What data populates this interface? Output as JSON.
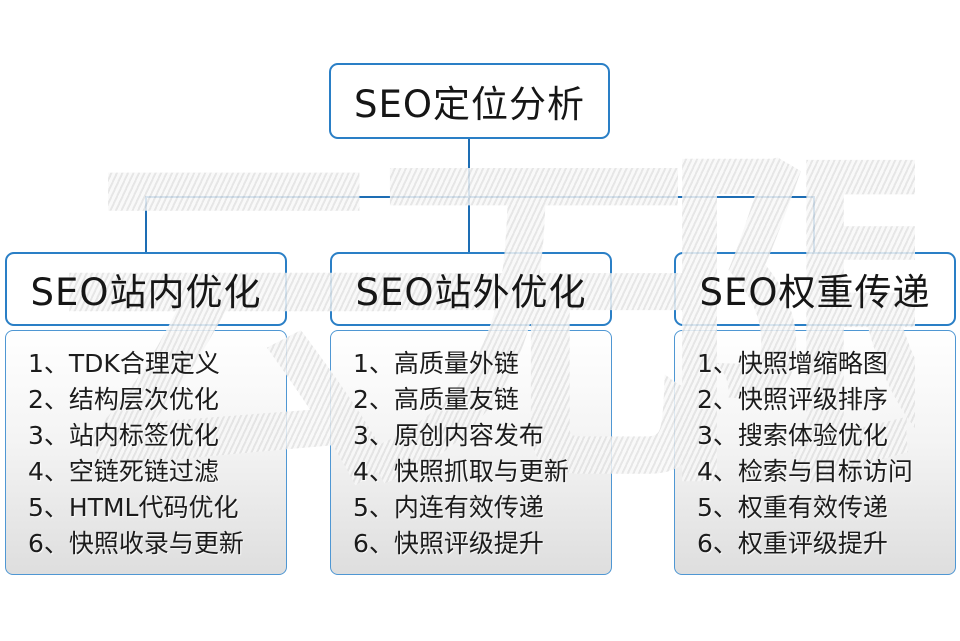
{
  "root": {
    "label": "SEO定位分析"
  },
  "watermark": {
    "text": "云无限"
  },
  "columns": [
    {
      "header": "SEO站内优化",
      "items": [
        "1、TDK合理定义",
        "2、结构层次优化",
        "3、站内标签优化",
        "4、空链死链过滤",
        "5、HTML代码优化",
        "6、快照收录与更新"
      ]
    },
    {
      "header": "SEO站外优化",
      "items": [
        "1、高质量外链",
        "2、高质量友链",
        "3、原创内容发布",
        "4、快照抓取与更新",
        "5、内连有效传递",
        "6、快照评级提升"
      ]
    },
    {
      "header": "SEO权重传递",
      "items": [
        "1、快照增缩略图",
        "2、快照评级排序",
        "3、搜索体验优化",
        "4、检索与目标访问",
        "5、权重有效传递",
        "6、权重评级提升"
      ]
    }
  ],
  "colors": {
    "box_border": "#2a7fc6",
    "list_border": "#4f97d3",
    "connector_line": "#1d6db4",
    "text": "#1a1a1a",
    "list_bg_top": "#ffffff",
    "list_bg_bottom": "#dedede"
  }
}
